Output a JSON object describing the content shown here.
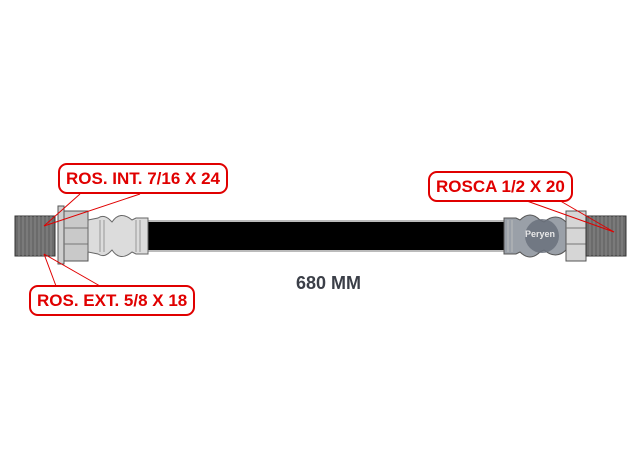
{
  "diagram": {
    "subject": "brake hose assembly",
    "length_label": "680 MM",
    "watermark": "Peryen",
    "callouts": [
      {
        "id": "left-internal-thread",
        "label": "ROS. INT. 7/16 X 24"
      },
      {
        "id": "left-external-thread",
        "label": "ROS. EXT. 5/8 X 18"
      },
      {
        "id": "right-thread",
        "label": "ROSCA 1/2 X 20"
      }
    ],
    "colors": {
      "callout_text": "#e00000",
      "callout_border": "#e00000",
      "hose": "#000000",
      "fitting_metal": "#d4d4d4",
      "thread": "#6b6b6b",
      "dimension_text": "#3b3f48"
    }
  }
}
